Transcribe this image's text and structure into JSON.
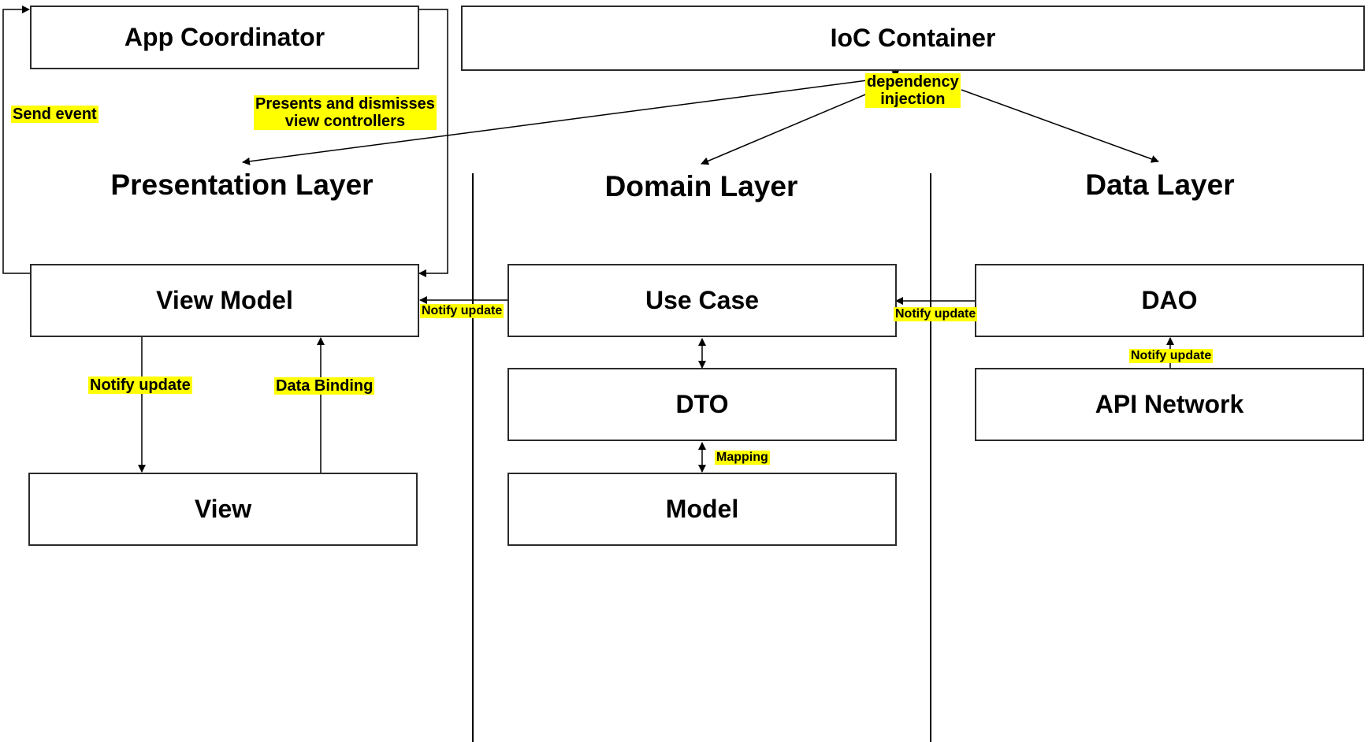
{
  "layers": {
    "presentation": "Presentation Layer",
    "domain": "Domain Layer",
    "data": "Data Layer"
  },
  "boxes": {
    "app_coordinator": "App Coordinator",
    "ioc_container": "IoC Container",
    "view_model": "View Model",
    "view": "View",
    "use_case": "Use Case",
    "dto": "DTO",
    "model": "Model",
    "dao": "DAO",
    "api_network": "API Network"
  },
  "labels": {
    "send_event": "Send event",
    "presents_line1": "Presents and dismisses",
    "presents_line2": "view controllers",
    "dependency_line1": "dependency",
    "dependency_line2": "injection",
    "notify_update_vm_view": "Notify update",
    "data_binding": "Data Binding",
    "notify_update_usecase_vm": "Notify update",
    "notify_update_dao_usecase": "Notify update",
    "notify_update_api_dao": "Notify update",
    "mapping": "Mapping"
  },
  "colors": {
    "highlight": "#ffff00",
    "stroke": "#2b2b2b"
  }
}
